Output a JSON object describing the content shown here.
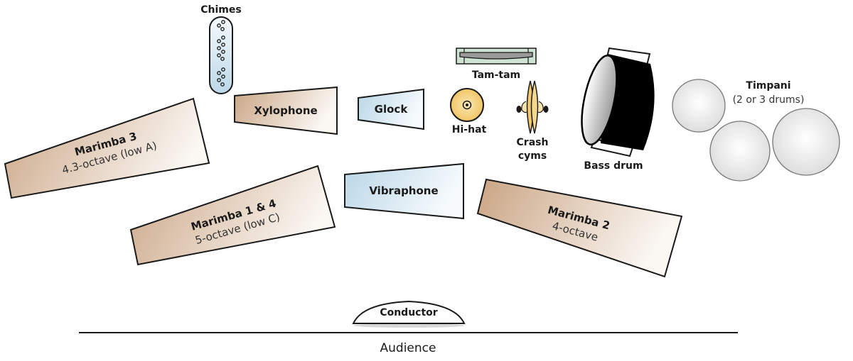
{
  "diagram": {
    "title": "Percussion section stage layout",
    "colors": {
      "marimba_fill_dark": "#c9a483",
      "marimba_fill_light": "#fbf7f3",
      "metal_fill_dark": "#b9d6e6",
      "metal_fill_light": "#f6fafd",
      "cymbal_fill": "#f2c96a",
      "tamtam_fill": "#cfe3d2",
      "bass_drum_shell": "#000000",
      "timpani_fill": "#e8e8e8"
    },
    "instruments": {
      "chimes": {
        "name": "Chimes"
      },
      "xylophone": {
        "name": "Xylophone"
      },
      "glock": {
        "name": "Glock"
      },
      "vibraphone": {
        "name": "Vibraphone"
      },
      "marimba3": {
        "name": "Marimba 3",
        "detail": "4.3-octave (low A)"
      },
      "marimba14": {
        "name": "Marimba 1 & 4",
        "detail": "5-octave (low C)"
      },
      "marimba2": {
        "name": "Marimba 2",
        "detail": "4-octave"
      },
      "tamtam": {
        "name": "Tam-tam"
      },
      "hihat": {
        "name": "Hi-hat"
      },
      "crash": {
        "name_line1": "Crash",
        "name_line2": "cyms"
      },
      "bassdrum": {
        "name": "Bass drum"
      },
      "timpani": {
        "name": "Timpani",
        "detail": "(2 or 3 drums)"
      }
    },
    "conductor": {
      "label": "Conductor"
    },
    "audience": {
      "label": "Audience"
    }
  }
}
